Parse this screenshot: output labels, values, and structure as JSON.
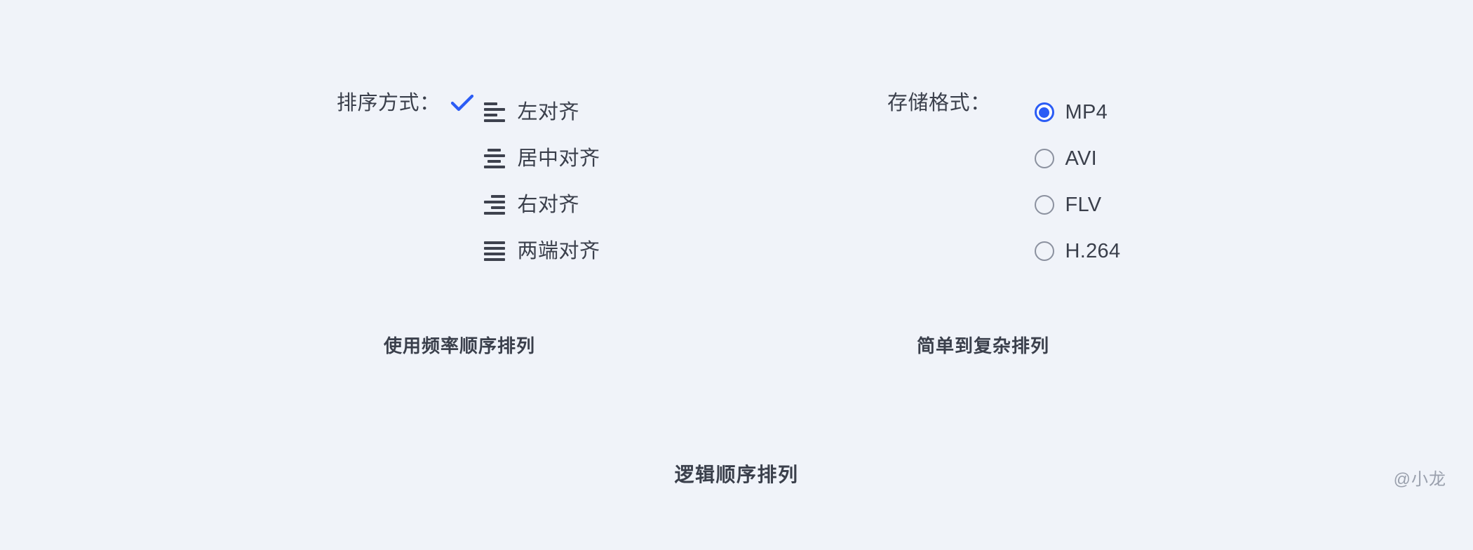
{
  "background_color": "#f0f3f9",
  "accent_color": "#2b5cf5",
  "text_color": "#3a3f4b",
  "muted_color": "#9aa0ad",
  "sort_group": {
    "label": "排序方式：",
    "check_icon": "check-icon",
    "selected_index": 0,
    "options": [
      {
        "label": "左对齐",
        "icon": "align-left-icon"
      },
      {
        "label": "居中对齐",
        "icon": "align-center-icon"
      },
      {
        "label": "右对齐",
        "icon": "align-right-icon"
      },
      {
        "label": "两端对齐",
        "icon": "align-justify-icon"
      }
    ],
    "caption": "使用频率顺序排列"
  },
  "store_group": {
    "label": "存储格式：",
    "selected_index": 0,
    "options": [
      {
        "label": "MP4",
        "selected": true
      },
      {
        "label": "AVI",
        "selected": false
      },
      {
        "label": "FLV",
        "selected": false
      },
      {
        "label": "H.264",
        "selected": false
      }
    ],
    "caption": "简单到复杂排列"
  },
  "bottom_caption": "逻辑顺序排列",
  "watermark": "@小龙"
}
